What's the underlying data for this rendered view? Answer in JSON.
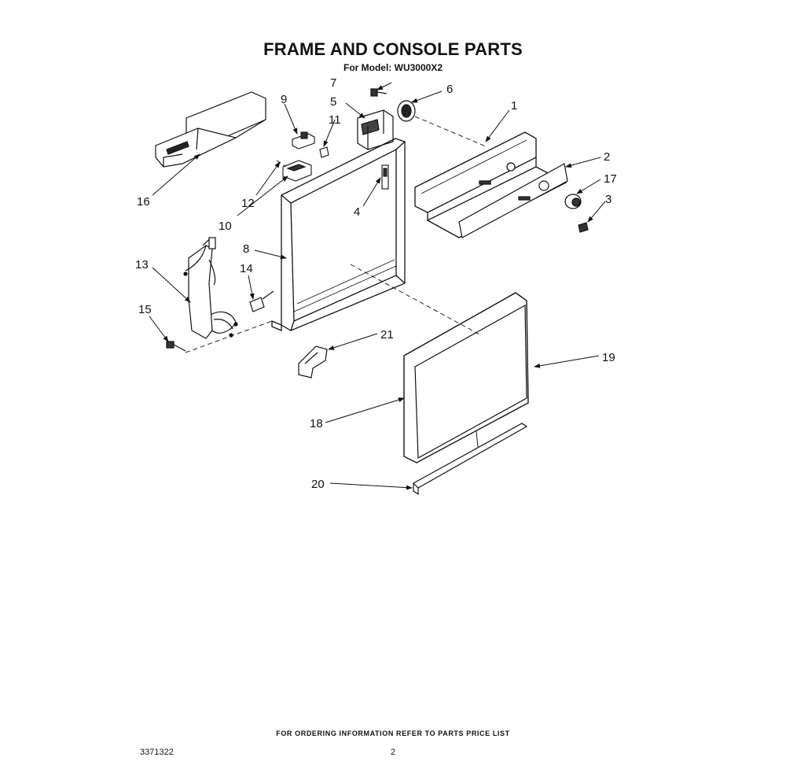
{
  "title": "FRAME AND CONSOLE PARTS",
  "subtitle": "For Model: WU3000X2",
  "footer_note": "FOR ORDERING INFORMATION REFER TO PARTS PRICE LIST",
  "doc_number": "3371322",
  "page_number": "2",
  "callouts": [
    {
      "id": "1",
      "label": "1"
    },
    {
      "id": "2",
      "label": "2"
    },
    {
      "id": "3",
      "label": "3"
    },
    {
      "id": "4",
      "label": "4"
    },
    {
      "id": "5",
      "label": "5"
    },
    {
      "id": "6",
      "label": "6"
    },
    {
      "id": "7",
      "label": "7"
    },
    {
      "id": "8",
      "label": "8"
    },
    {
      "id": "9",
      "label": "9"
    },
    {
      "id": "10",
      "label": "10"
    },
    {
      "id": "11",
      "label": "11"
    },
    {
      "id": "12",
      "label": "12"
    },
    {
      "id": "13",
      "label": "13"
    },
    {
      "id": "14",
      "label": "14"
    },
    {
      "id": "15",
      "label": "15"
    },
    {
      "id": "16",
      "label": "16"
    },
    {
      "id": "17",
      "label": "17"
    },
    {
      "id": "18",
      "label": "18"
    },
    {
      "id": "19",
      "label": "19"
    },
    {
      "id": "20",
      "label": "20"
    },
    {
      "id": "21",
      "label": "21"
    }
  ]
}
